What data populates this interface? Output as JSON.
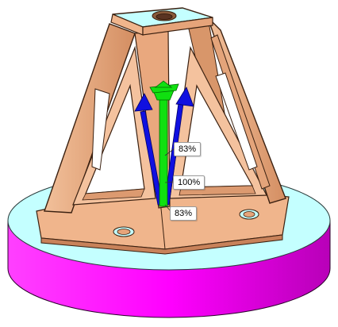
{
  "viewport": {
    "colors": {
      "part_body": "#f0b58c",
      "part_shadow": "#c8825a",
      "part_edge": "#3a2010",
      "base_top": "#c4ffff",
      "base_side": "#ff00ff",
      "arrow_side": "#1010e0",
      "arrow_center": "#10e010"
    },
    "callouts": [
      {
        "label": "83%"
      },
      {
        "label": "100%"
      },
      {
        "label": "83%"
      }
    ]
  }
}
